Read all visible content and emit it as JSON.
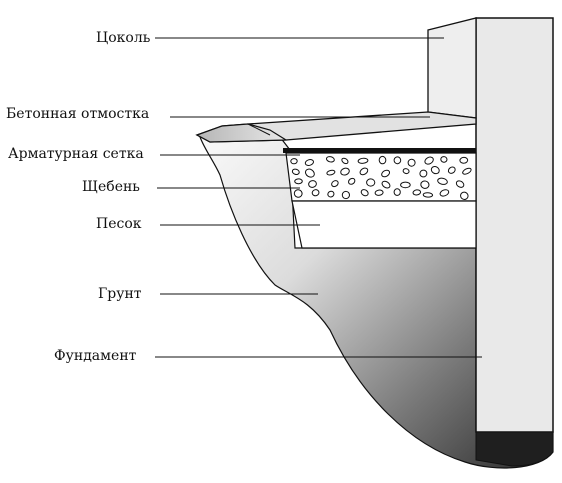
{
  "labels": {
    "plinth": "Цоколь",
    "blind_area": "Бетонная отмостка",
    "mesh": "Арматурная сетка",
    "gravel": "Щебень",
    "sand": "Песок",
    "soil": "Грунт",
    "foundation": "Фундамент"
  },
  "colors": {
    "line": "#111111",
    "wall": "#e6e6e6",
    "slab": "#d9d9d9",
    "mesh": "#111111",
    "soil_light": "#f2f2f2",
    "soil_dark": "#3a3a3a"
  }
}
